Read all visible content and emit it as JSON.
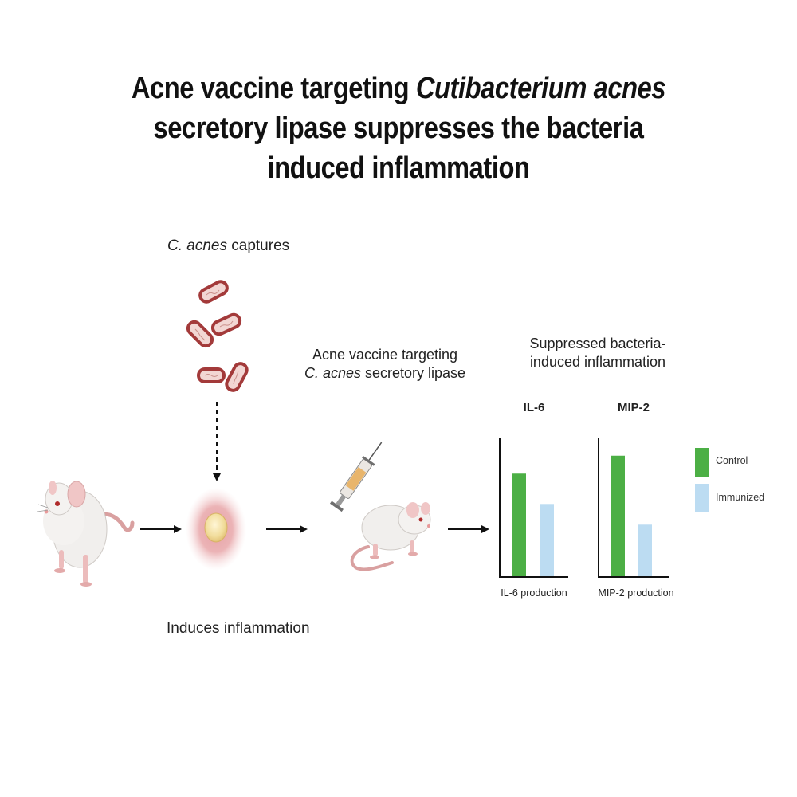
{
  "title": {
    "line1_pre": "Acne vaccine targeting ",
    "line1_italic": "Cutibacterium acnes",
    "line2": "secretory lipase suppresses the bacteria",
    "line3": "induced inflammation"
  },
  "labels": {
    "captures_italic": "C. acnes",
    "captures_rest": " captures",
    "induces": "Induces inflammation",
    "vaccine_line1": "Acne vaccine targeting",
    "vaccine_line2_italic": "C. acnes",
    "vaccine_line2_rest": " secretory lipase",
    "suppressed_line1": "Suppressed bacteria-",
    "suppressed_line2": "induced inflammation"
  },
  "colors": {
    "control": "#4caf45",
    "immunized": "#bcdcf2",
    "bacteria": "#a33a3a",
    "arrow": "#111111"
  },
  "icons": {
    "mouse_left": "white-mouse",
    "bacteria": "rod-bacteria",
    "pimple": "inflamed-pimple",
    "mouse_injected": "mouse-with-syringe"
  },
  "chart_data": [
    {
      "type": "bar",
      "title": "IL-6",
      "xlabel": "IL-6 production",
      "categories": [
        "Control",
        "Immunized"
      ],
      "values": [
        0.75,
        0.53
      ],
      "ylim": [
        0,
        1
      ]
    },
    {
      "type": "bar",
      "title": "MIP-2",
      "xlabel": "MIP-2 production",
      "categories": [
        "Control",
        "Immunized"
      ],
      "values": [
        0.88,
        0.38
      ],
      "ylim": [
        0,
        1
      ]
    }
  ],
  "legend": [
    {
      "label": "Control",
      "color": "#4caf45"
    },
    {
      "label": "Immunized",
      "color": "#bcdcf2"
    }
  ]
}
